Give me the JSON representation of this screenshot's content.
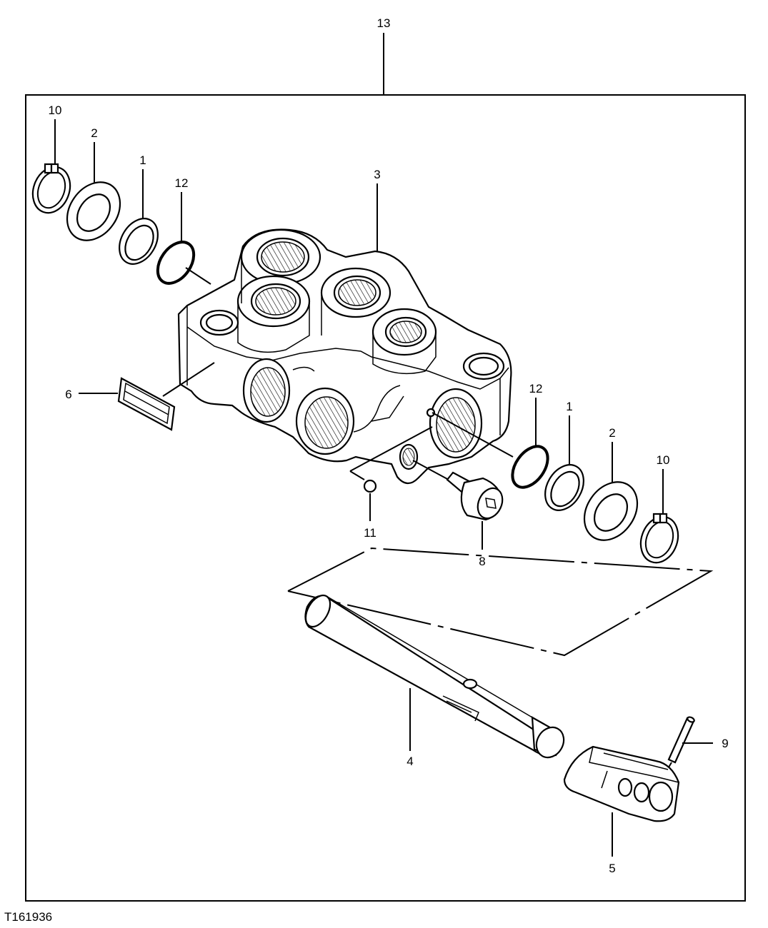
{
  "diagram": {
    "assembly_callout": "13",
    "figure_id": "T161936",
    "callouts": {
      "retaining_ring_left": "10",
      "washer_left": "2",
      "ring_left": "1",
      "oring_left": "12",
      "valve_housing": "3",
      "label_plate": "6",
      "oring_right": "12",
      "ring_right": "1",
      "washer_right": "2",
      "retaining_ring_right": "10",
      "ball": "11",
      "plug_screw": "8",
      "pin": "9",
      "spool": "4",
      "spool_clevis": "5"
    }
  }
}
